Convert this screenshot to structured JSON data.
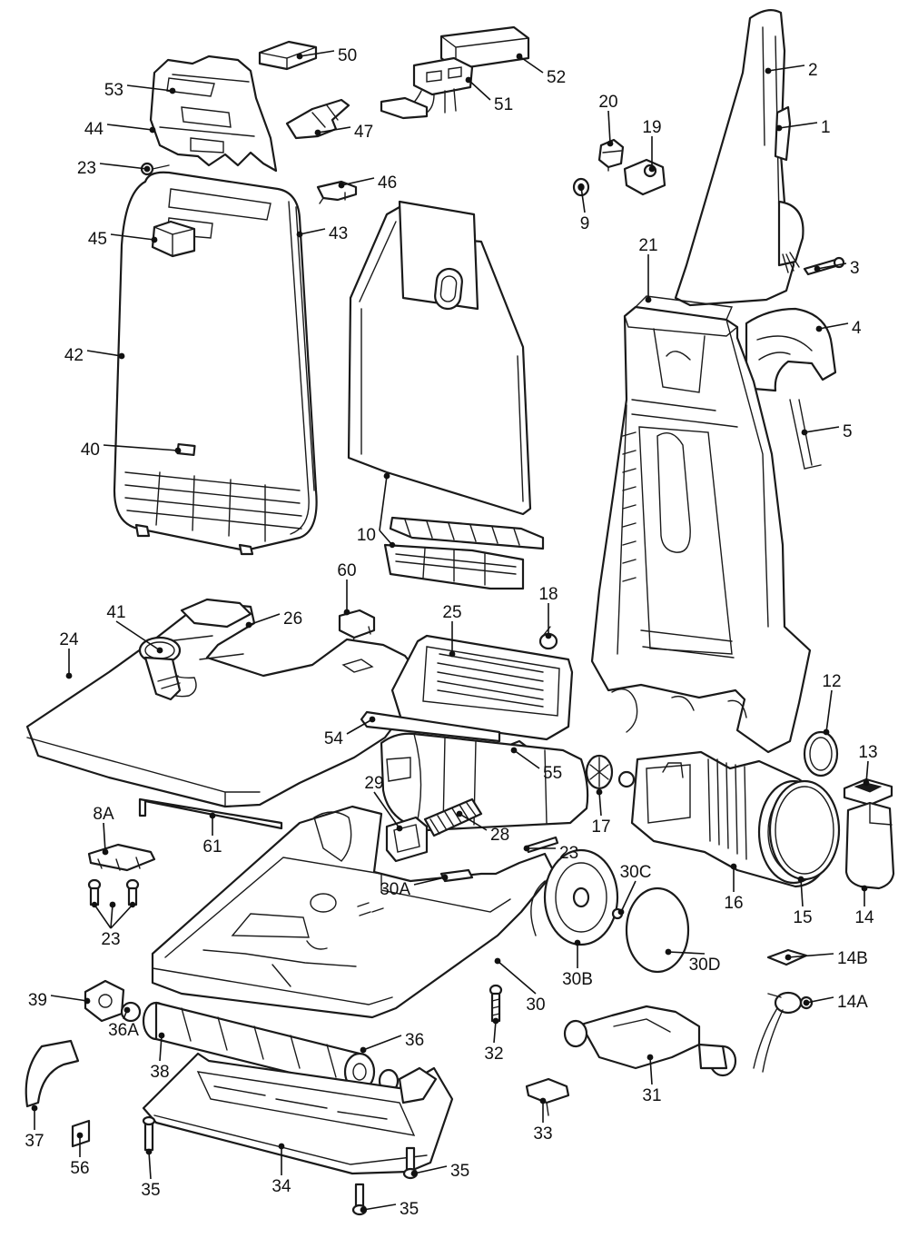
{
  "diagram": {
    "callouts": [
      {
        "id": "1",
        "label": "1"
      },
      {
        "id": "2",
        "label": "2"
      },
      {
        "id": "3",
        "label": "3"
      },
      {
        "id": "4",
        "label": "4"
      },
      {
        "id": "5",
        "label": "5"
      },
      {
        "id": "8A",
        "label": "8A"
      },
      {
        "id": "9",
        "label": "9"
      },
      {
        "id": "10",
        "label": "10"
      },
      {
        "id": "12",
        "label": "12"
      },
      {
        "id": "13",
        "label": "13"
      },
      {
        "id": "14",
        "label": "14"
      },
      {
        "id": "14A",
        "label": "14A"
      },
      {
        "id": "14B",
        "label": "14B"
      },
      {
        "id": "15",
        "label": "15"
      },
      {
        "id": "16",
        "label": "16"
      },
      {
        "id": "17",
        "label": "17"
      },
      {
        "id": "18",
        "label": "18"
      },
      {
        "id": "19",
        "label": "19"
      },
      {
        "id": "20",
        "label": "20"
      },
      {
        "id": "21",
        "label": "21"
      },
      {
        "id": "23a",
        "label": "23"
      },
      {
        "id": "23b",
        "label": "23"
      },
      {
        "id": "23c",
        "label": "23"
      },
      {
        "id": "24",
        "label": "24"
      },
      {
        "id": "25",
        "label": "25"
      },
      {
        "id": "26",
        "label": "26"
      },
      {
        "id": "28",
        "label": "28"
      },
      {
        "id": "29",
        "label": "29"
      },
      {
        "id": "30",
        "label": "30"
      },
      {
        "id": "30A",
        "label": "30A"
      },
      {
        "id": "30B",
        "label": "30B"
      },
      {
        "id": "30C",
        "label": "30C"
      },
      {
        "id": "30D",
        "label": "30D"
      },
      {
        "id": "31",
        "label": "31"
      },
      {
        "id": "32",
        "label": "32"
      },
      {
        "id": "33",
        "label": "33"
      },
      {
        "id": "34",
        "label": "34"
      },
      {
        "id": "35a",
        "label": "35"
      },
      {
        "id": "35b",
        "label": "35"
      },
      {
        "id": "35c",
        "label": "35"
      },
      {
        "id": "36",
        "label": "36"
      },
      {
        "id": "36A",
        "label": "36A"
      },
      {
        "id": "37",
        "label": "37"
      },
      {
        "id": "38",
        "label": "38"
      },
      {
        "id": "39",
        "label": "39"
      },
      {
        "id": "40",
        "label": "40"
      },
      {
        "id": "41",
        "label": "41"
      },
      {
        "id": "42",
        "label": "42"
      },
      {
        "id": "43",
        "label": "43"
      },
      {
        "id": "44",
        "label": "44"
      },
      {
        "id": "45",
        "label": "45"
      },
      {
        "id": "46",
        "label": "46"
      },
      {
        "id": "47",
        "label": "47"
      },
      {
        "id": "50",
        "label": "50"
      },
      {
        "id": "51",
        "label": "51"
      },
      {
        "id": "52",
        "label": "52"
      },
      {
        "id": "53",
        "label": "53"
      },
      {
        "id": "54",
        "label": "54"
      },
      {
        "id": "55",
        "label": "55"
      },
      {
        "id": "56",
        "label": "56"
      },
      {
        "id": "60",
        "label": "60"
      },
      {
        "id": "61",
        "label": "61"
      }
    ]
  }
}
